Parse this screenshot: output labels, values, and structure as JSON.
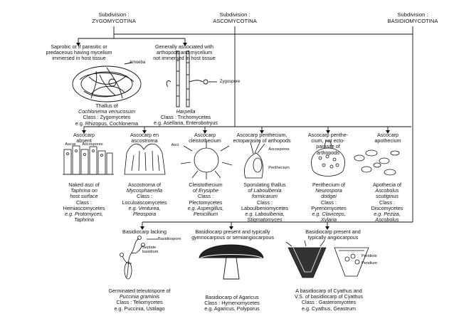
{
  "subdivisions": {
    "zygo": {
      "line1": "Subdivision :",
      "line2": "ZYGOMYCOTINA"
    },
    "asco": {
      "line1": "Subdivision :",
      "line2": "ASCOMYCOTINA"
    },
    "basidio": {
      "line1": "Subdivision :",
      "line2": "BASIDIOMYCOTINA"
    }
  },
  "zygo": {
    "branch_left": [
      "Saprobic or if parasitic or",
      "predaceous having mycelium",
      "immersed in host tissue"
    ],
    "branch_right": [
      "Generally associated with",
      "arthopods and mycelium",
      "not immersed in host tissue"
    ],
    "label_amoeba": "Amoeba",
    "label_zygospore": "Zygospore",
    "left_caption": {
      "l1": "Thallus of",
      "l2": "Cochlonema verrucosum",
      "l3": "Class : Zygomycetes",
      "l4": "e.g. Rhizopus, Cochlonema"
    },
    "right_caption": {
      "l1": "Harpella",
      "l2": "Class : Trichomycetes",
      "l3": "e.g. Asellaria, Enterobotryus"
    }
  },
  "asco": {
    "branches": [
      [
        "Ascocarp",
        "absent"
      ],
      [
        "Ascocarp en",
        "ascostroma"
      ],
      [
        "Ascocarp",
        "cleistothecium"
      ],
      [
        "Ascocarp perithecium,",
        "ectoparasite of arthopods"
      ],
      [
        "Ascocarp perithe-",
        "cium, not ecto-",
        "parasite of",
        "arthopods"
      ],
      [
        "Ascocarp",
        "apothecium"
      ]
    ],
    "labels": {
      "ascus": "Ascus",
      "ascospores1": "Ascospores",
      "asci": "Asci",
      "ascospores2": "Ascospores",
      "perithecium": "Perithecium"
    },
    "captions": [
      {
        "l1": "Naked asci of",
        "l2": "Taphrina on",
        "l3": "host surface",
        "l4": "Class :",
        "l5": "Hemiascomycetes",
        "l6": "e.g. Protomyces,",
        "l7": "Taphrina"
      },
      {
        "l1": "Ascostroma of",
        "l2": "Mycosphaerella",
        "l3": "",
        "l4": "Class :",
        "l5": "Loculoascomycetes",
        "l6": "e.g. Venturea,",
        "l7": "Pleospora"
      },
      {
        "l1": "Cleistothecium",
        "l2": "of Erysiphe",
        "l3": "",
        "l4": "Class :",
        "l5": "Plectomycetes",
        "l6": "e.g. Aspergillus,",
        "l7": "Penicillium"
      },
      {
        "l1": "Sporulating thallus",
        "l2": "of Laboulbenia",
        "l3": "formicarum",
        "l4": "Class :",
        "l5": "Laboulbeniomycetes",
        "l6": "e.g. Laboulbenia,",
        "l7": "Stigmatomyces"
      },
      {
        "l1": "Perithecium of",
        "l2": "Neurospora",
        "l3": "dodgei",
        "l4": "Class :",
        "l5": "Pyrenomycetes",
        "l6": "e.g. Claviceps,",
        "l7": "Xylaria"
      },
      {
        "l1": "Apothecia of",
        "l2": "Ascobolus",
        "l3": "scutiginus",
        "l4": "Class :",
        "l5": "Discomycetes",
        "l6": "e.g. Peziza,",
        "l7": "Ascobolus"
      }
    ]
  },
  "basidio": {
    "branches": [
      [
        "Basidiocarp lacking"
      ],
      [
        "Basidiocarp present and typically",
        "gymnocarpous or semiangiocarpous"
      ],
      [
        "Basidiocarp present and",
        "typically angiocarpous"
      ]
    ],
    "labels": {
      "basidiospore": "Basidiospore",
      "septate": "Septate",
      "basidium": "basidium",
      "peridiole": "Peridiole",
      "pendium": "Pendium"
    },
    "captions": [
      {
        "l1": "Germinated teleutospore of",
        "l2": "Puccinia graminis",
        "l3": "Class : Teliomycetes",
        "l4": "e.g. Puccinia, Ustilago"
      },
      {
        "l1": "Basidiocarp of Agaricus",
        "l2": "Class : Hymenomycetes",
        "l3": "e.g. Agaricus, Polyporus"
      },
      {
        "l1": "A basidiocarp of Cyathus and",
        "l2": "V.S. of basidiocarp of Cyathus",
        "l3": "Class : Gasteromycetes",
        "l4": "e.g. Cyathus, Geastrum"
      }
    ]
  }
}
